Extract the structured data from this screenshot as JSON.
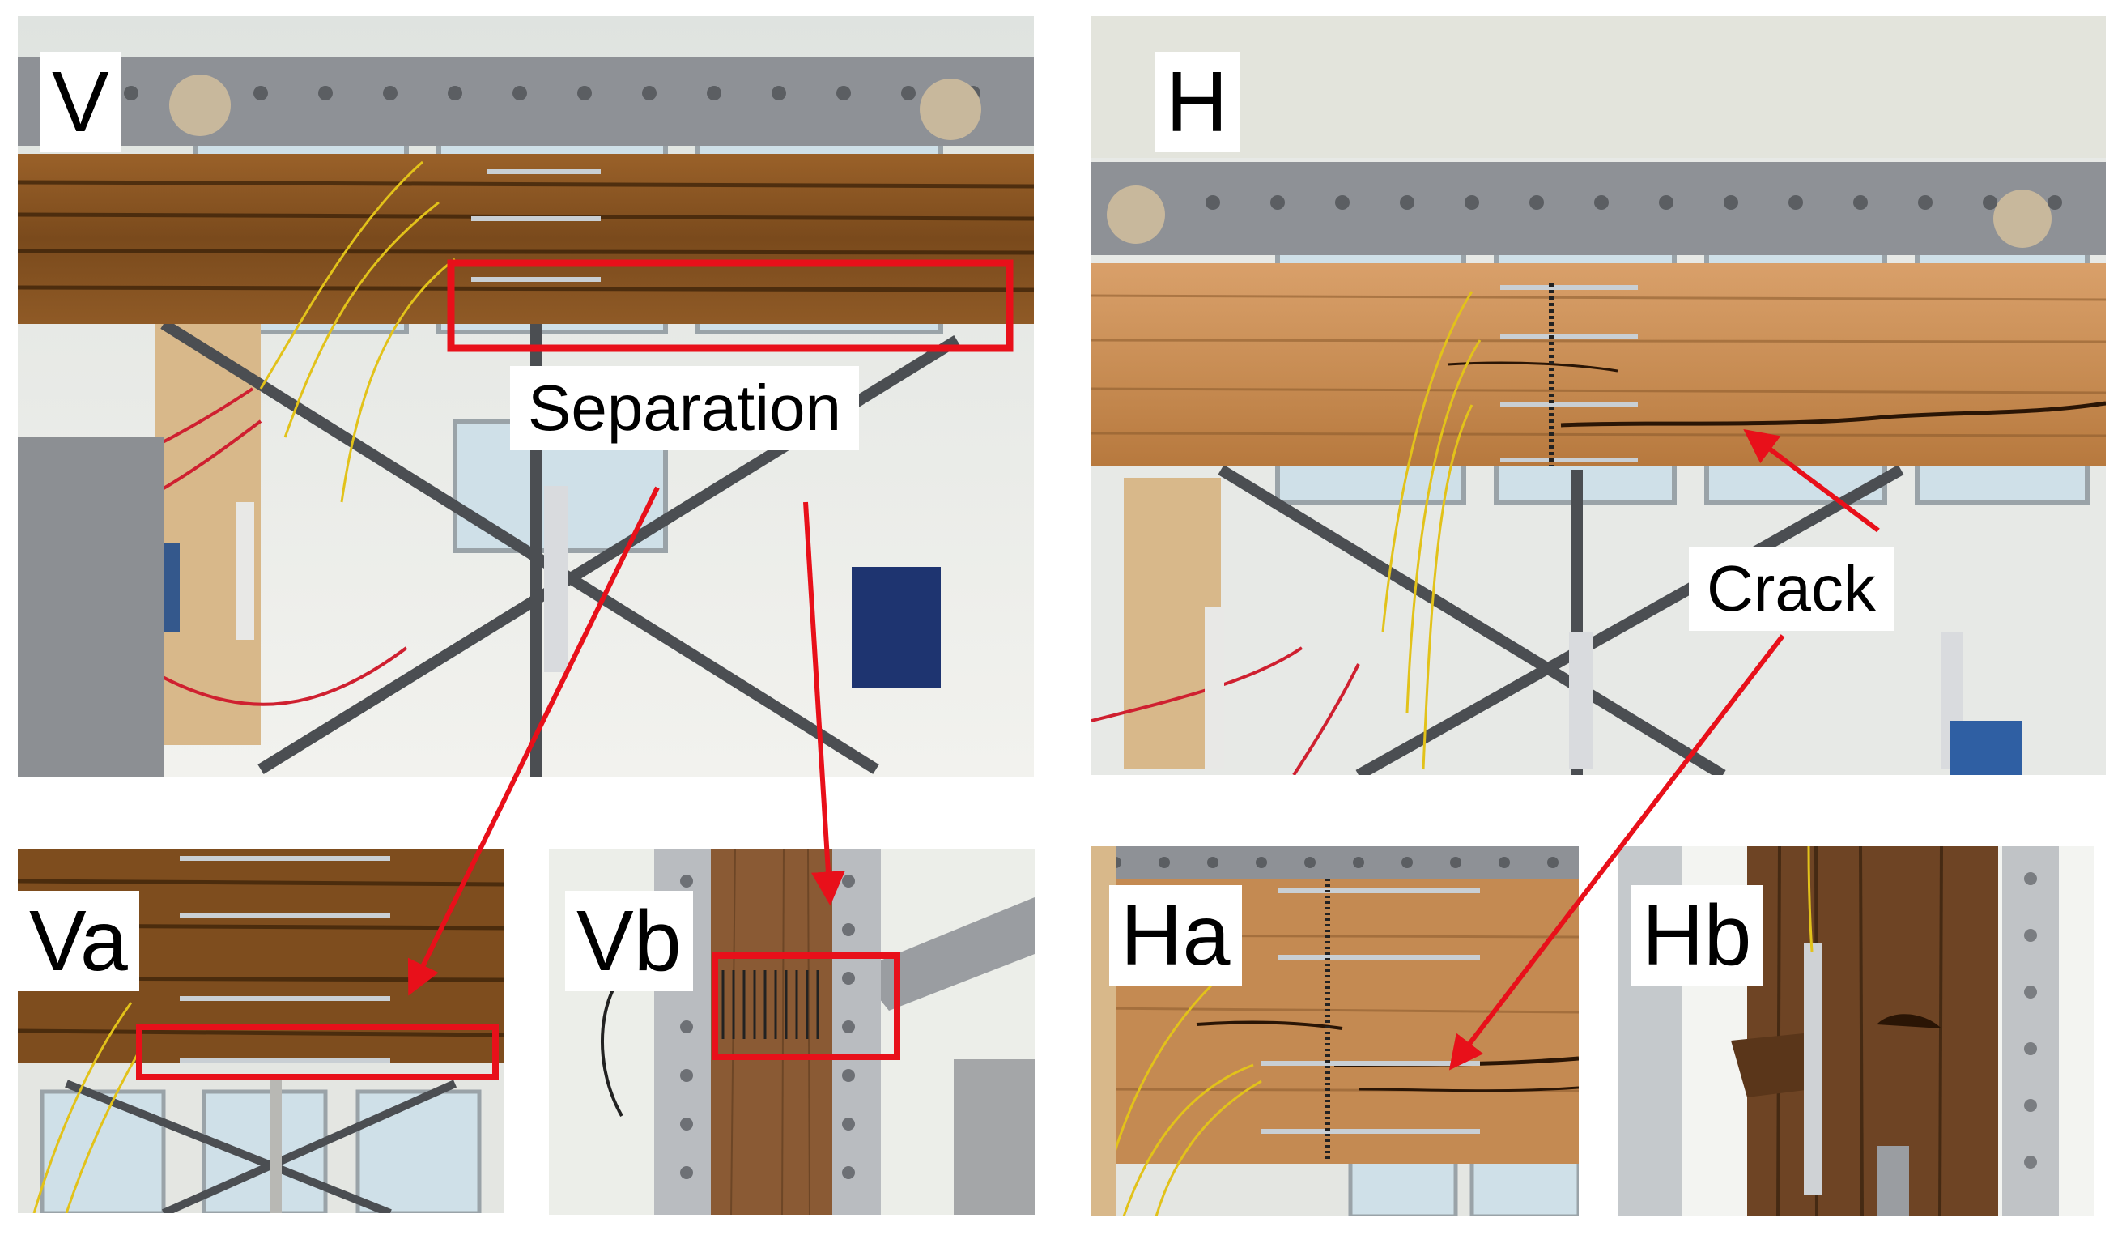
{
  "panels": {
    "V": {
      "label": "V"
    },
    "H": {
      "label": "H"
    },
    "Va": {
      "label": "Va"
    },
    "Vb": {
      "label": "Vb"
    },
    "Ha": {
      "label": "Ha"
    },
    "Hb": {
      "label": "Hb"
    }
  },
  "callouts": {
    "separation": "Separation",
    "crack": "Crack"
  },
  "colors": {
    "annotation_red": "#e8101a",
    "bamboo_dark": "#7a4a1c",
    "wood_light": "#c98e55",
    "steel_frame": "#8e9196",
    "sensor_wire": "#e2c21a"
  }
}
